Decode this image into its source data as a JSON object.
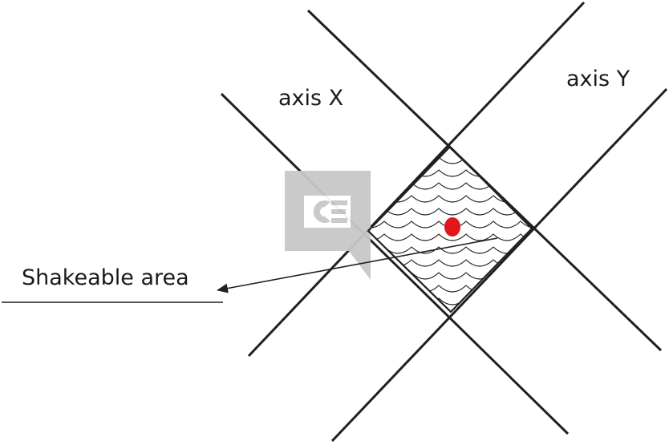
{
  "diagram": {
    "labels": {
      "axis_x": "axis X",
      "axis_y": "axis Y",
      "shakeable_area": "Shakeable area"
    },
    "colors": {
      "line": "#231f20",
      "dot": "#e3161b",
      "watermark": "#c8c8c8",
      "background": "#ffffff"
    }
  }
}
